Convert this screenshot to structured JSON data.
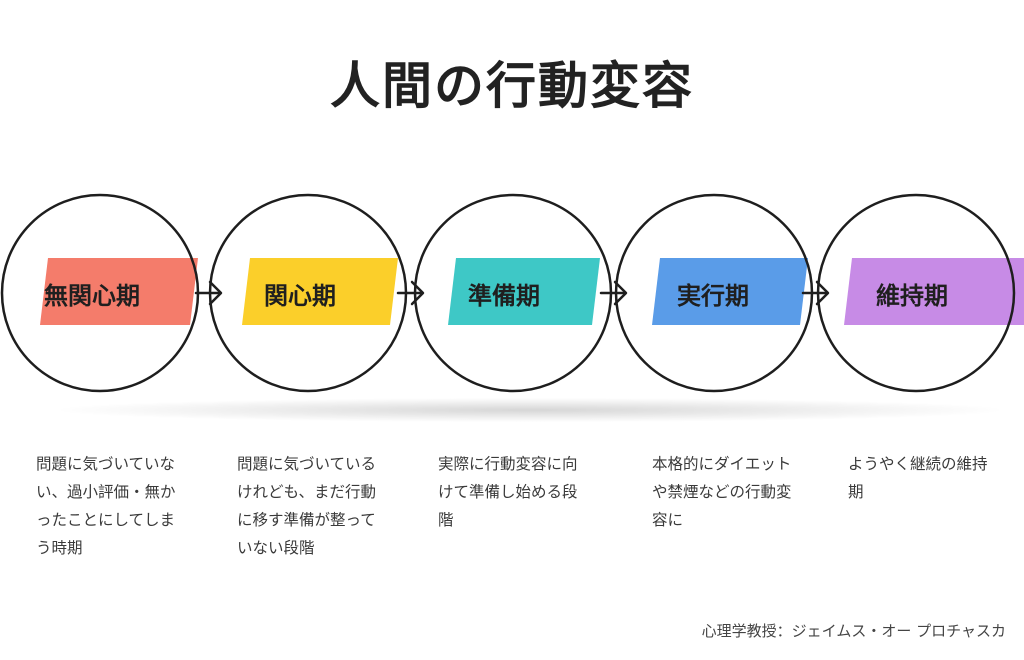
{
  "title": "人間の行動変容",
  "stages": [
    {
      "label": "無関心期",
      "color": "#f47c6b",
      "description": "問題に気づいていない、過小評価・無かったことにしてしまう時期"
    },
    {
      "label": "関心期",
      "color": "#fbcf2a",
      "description": "問題に気づいているけれども、まだ行動に移す準備が整っていない段階"
    },
    {
      "label": "準備期",
      "color": "#3ec8c6",
      "description": "実際に行動変容に向けて準備し始める段階"
    },
    {
      "label": "実行期",
      "color": "#5a9ce8",
      "description": "本格的にダイエットや禁煙などの行動変容に"
    },
    {
      "label": "維持期",
      "color": "#c78be6",
      "description": "ようやく継続の維持期"
    }
  ],
  "credit": "心理学教授：ジェイムス・オー プロチャスカ"
}
